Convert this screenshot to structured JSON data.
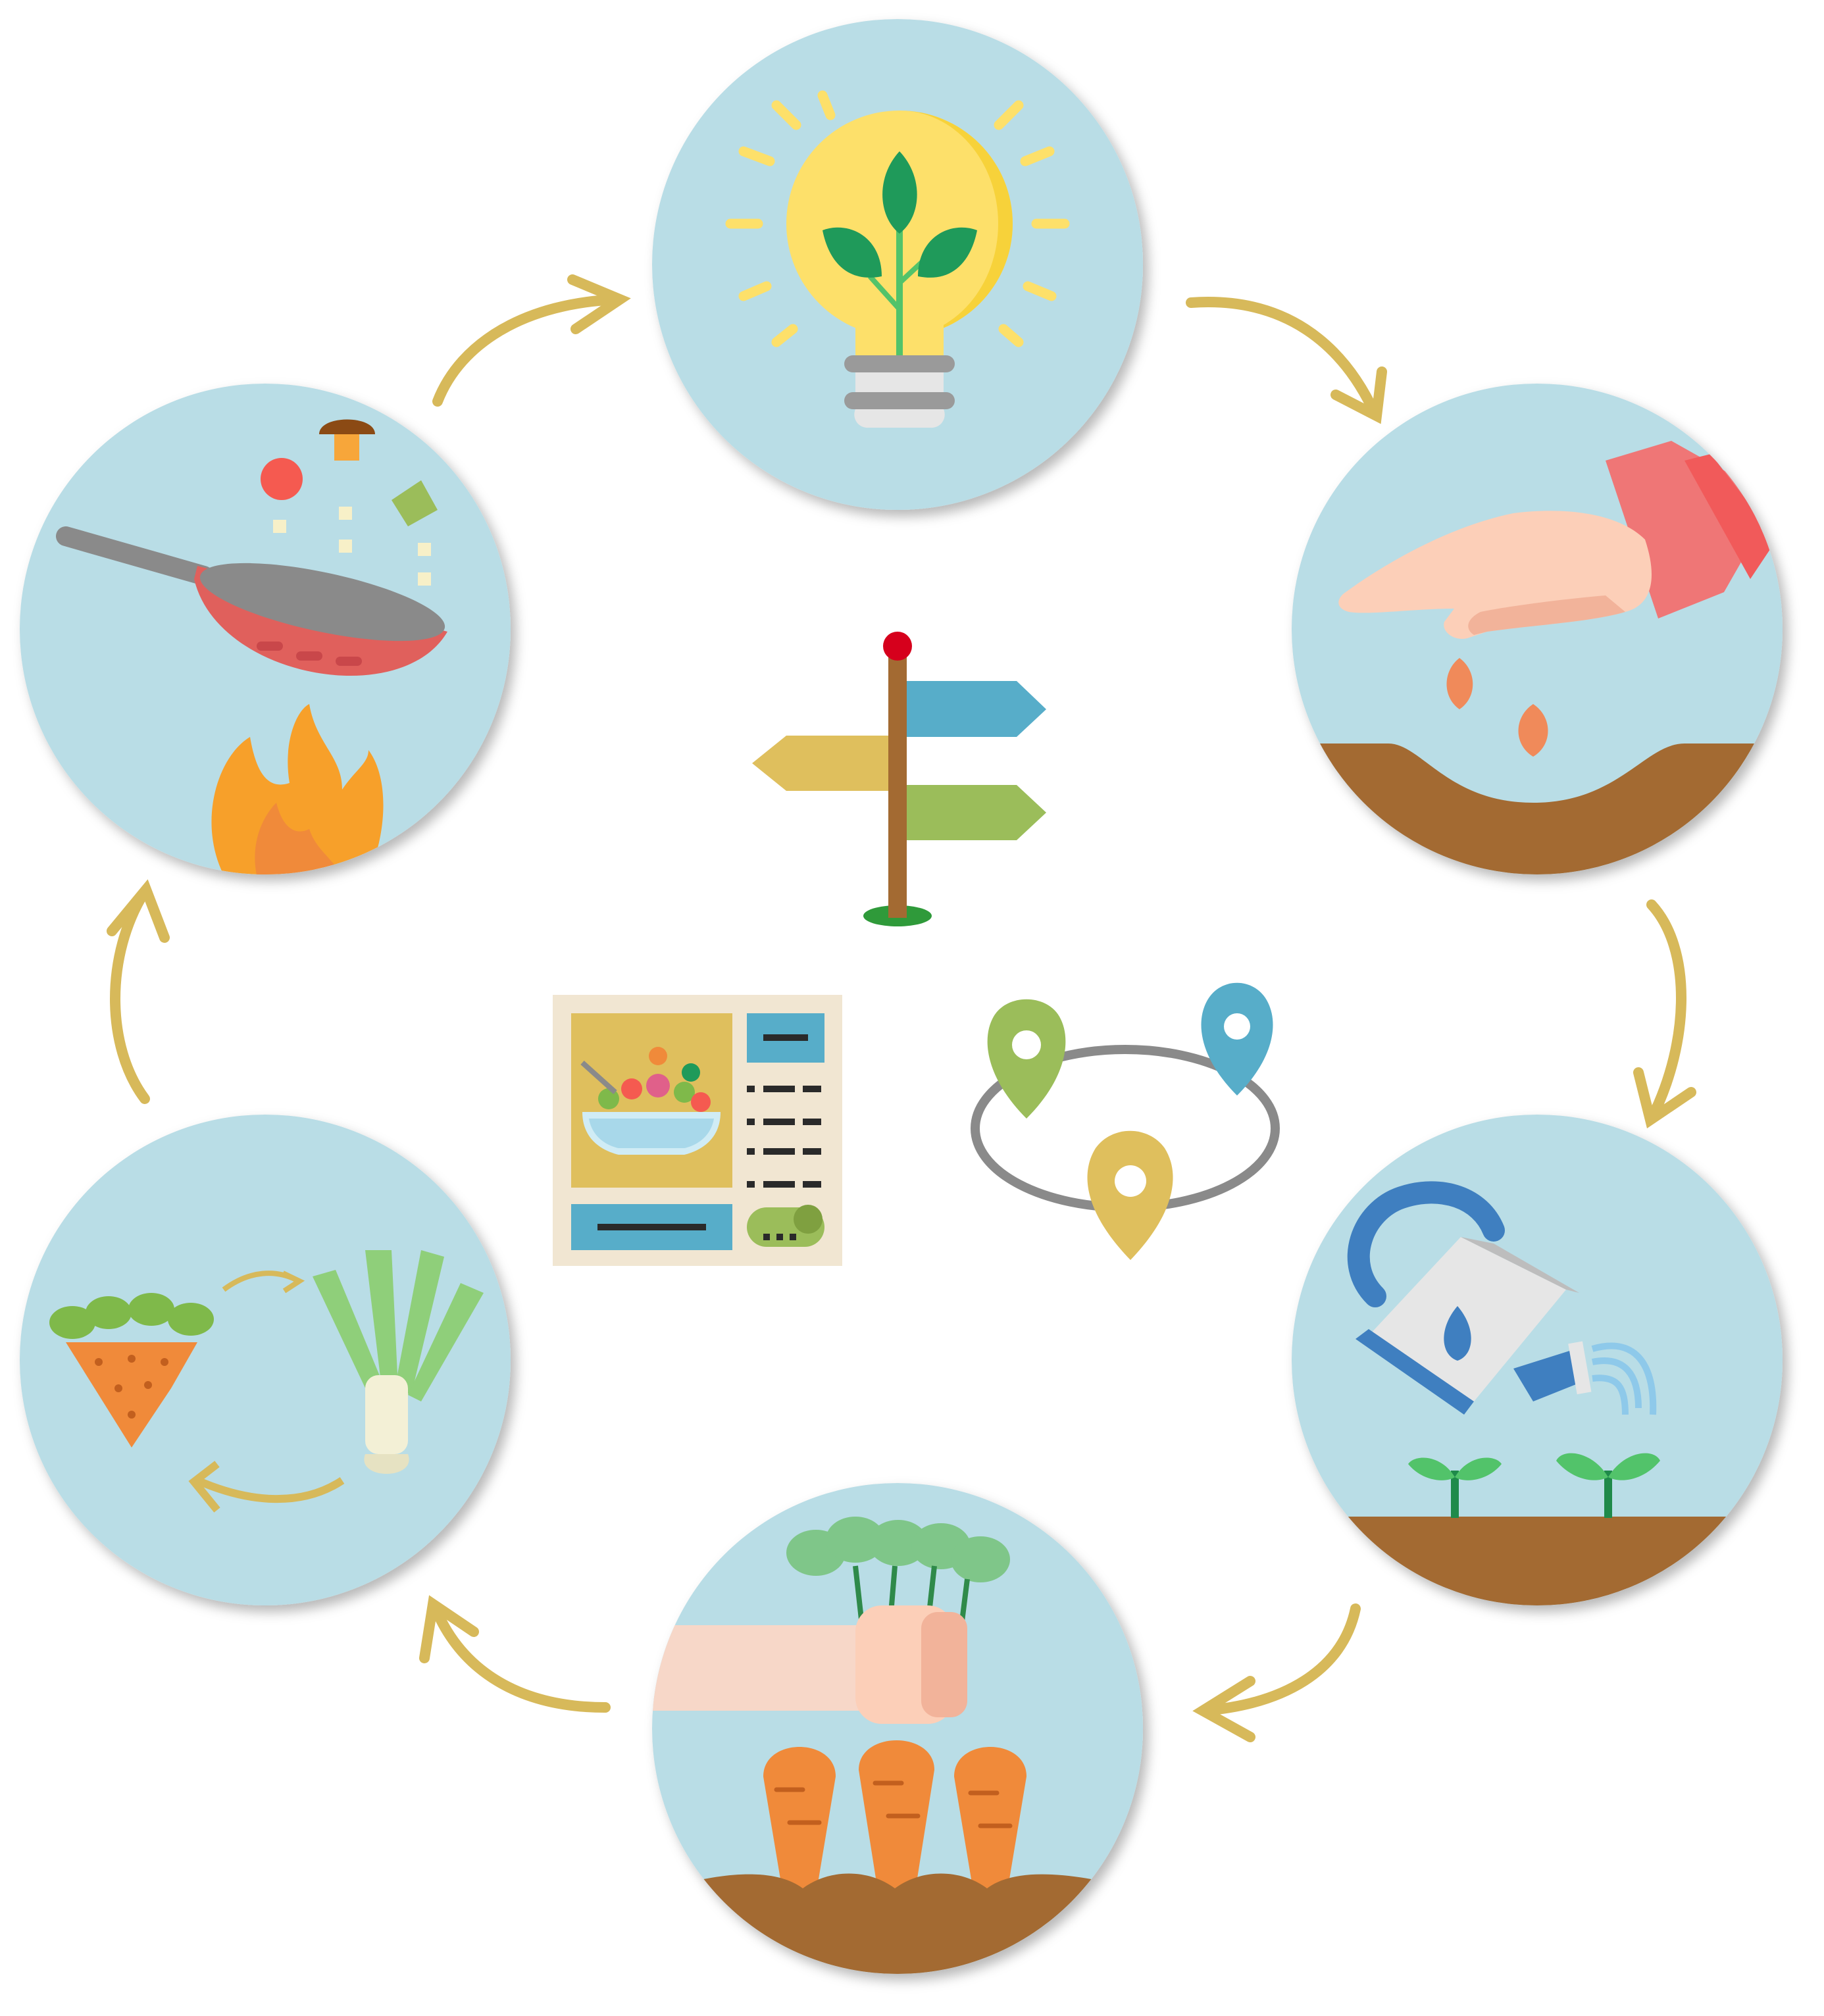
{
  "diagram": {
    "kind": "cycle",
    "steps": [
      {
        "id": "idea",
        "icon": "lightbulb-sprout-icon"
      },
      {
        "id": "sow",
        "icon": "hand-sowing-seeds-icon"
      },
      {
        "id": "water",
        "icon": "watering-can-seedlings-icon"
      },
      {
        "id": "harvest",
        "icon": "harvest-carrots-icon"
      },
      {
        "id": "rotate",
        "icon": "crop-rotation-carrot-leek-icon"
      },
      {
        "id": "cook",
        "icon": "frying-pan-fire-icon"
      }
    ],
    "center": [
      {
        "id": "signpost",
        "icon": "signpost-icon"
      },
      {
        "id": "recipe-card",
        "icon": "recipe-card-icon"
      },
      {
        "id": "locations",
        "icon": "map-pins-loop-icon"
      }
    ]
  },
  "colors": {
    "circle_fill": "#b9dde6",
    "arrow": "#d7b95a",
    "soil": "#a36a32",
    "yellow": "#fde06a",
    "leaf_green": "#1f9a5a",
    "red_pan": "#e0605c",
    "orange": "#f08a3a",
    "blue": "#57adc9",
    "khaki": "#dfbf5d",
    "olive": "#9bbd5a",
    "card_bg": "#f1e6d2"
  }
}
